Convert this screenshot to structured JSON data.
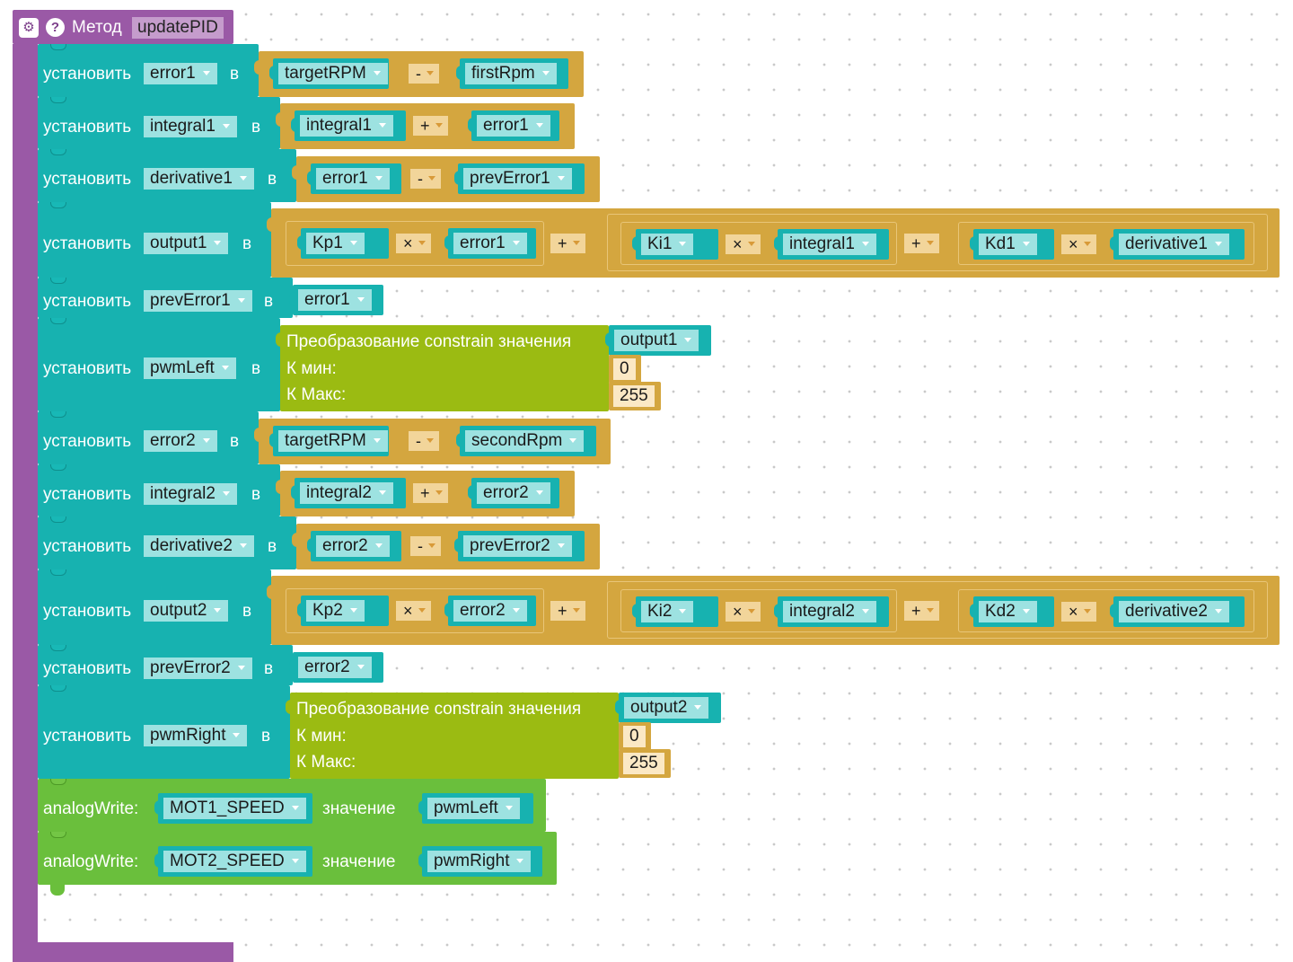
{
  "method": {
    "gear_icon": "gear-icon",
    "help_label": "?",
    "keyword": "Метод",
    "name": "updatePID"
  },
  "labels": {
    "set": "установить",
    "to": "в",
    "constrain_title": "Преобразование constrain значения",
    "min": "К мин:",
    "max": "К Макс:",
    "analog_write": "analogWrite:",
    "value": "значение"
  },
  "vars": {
    "error1": "error1",
    "integral1": "integral1",
    "derivative1": "derivative1",
    "output1": "output1",
    "prevError1": "prevError1",
    "pwmLeft": "pwmLeft",
    "error2": "error2",
    "integral2": "integral2",
    "derivative2": "derivative2",
    "output2": "output2",
    "prevError2": "prevError2",
    "pwmRight": "pwmRight",
    "targetRPM": "targetRPM",
    "firstRpm": "firstRpm",
    "secondRpm": "secondRpm",
    "Kp1": "Kp1",
    "Ki1": "Ki1",
    "Kd1": "Kd1",
    "Kp2": "Kp2",
    "Ki2": "Ki2",
    "Kd2": "Kd2",
    "MOT1_SPEED": "MOT1_SPEED",
    "MOT2_SPEED": "MOT2_SPEED"
  },
  "ops": {
    "minus": "-",
    "plus": "+",
    "times": "×"
  },
  "numbers": {
    "min": "0",
    "max": "255"
  },
  "colors": {
    "method": "#9a59a6",
    "variables": "#17b2b0",
    "math": "#d4a63f",
    "constrain": "#9bbb12",
    "io": "#6abf3c"
  }
}
